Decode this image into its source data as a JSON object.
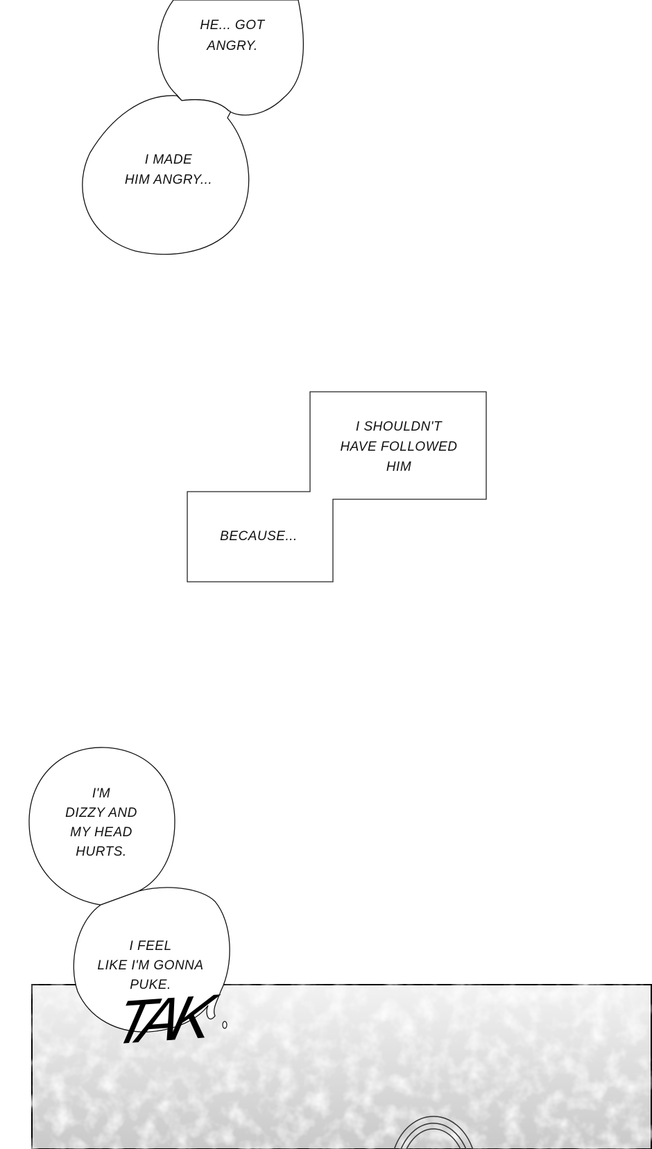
{
  "bubbles": [
    {
      "lines": [
        "HE... GOT",
        "ANGRY."
      ]
    },
    {
      "lines": [
        "I MADE",
        "HIM ANGRY..."
      ]
    },
    {
      "lines": [
        "I'M",
        "DIZZY AND",
        "MY HEAD",
        "HURTS."
      ]
    },
    {
      "lines": [
        "I FEEL",
        "LIKE I'M GONNA",
        "PUKE."
      ]
    }
  ],
  "captions": [
    {
      "lines": [
        "I SHOULDN'T",
        "HAVE FOLLOWED",
        "HIM"
      ]
    },
    {
      "lines": [
        "BECAUSE..."
      ]
    }
  ],
  "sound_effect": "TAK",
  "colors": {
    "ink": "#111111",
    "panel_bg": "#d9d9d9"
  }
}
